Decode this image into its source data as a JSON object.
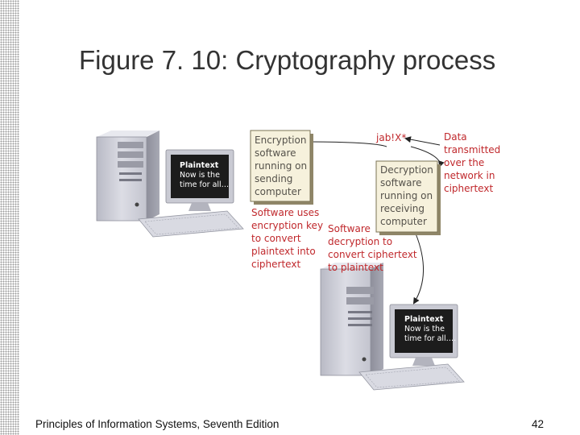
{
  "slide": {
    "title": "Figure 7. 10: Cryptography process",
    "footer": "Principles of Information Systems, Seventh Edition",
    "page_number": "42"
  },
  "sender_screen": {
    "heading": "Plaintext",
    "line1": "Now is the",
    "line2": "time for all…"
  },
  "receiver_screen": {
    "heading": "Plaintext",
    "line1": "Now is the",
    "line2": "time for all…."
  },
  "encryption_box": {
    "lines": [
      "Encryption",
      "software",
      "running on",
      "sending",
      "computer"
    ]
  },
  "decryption_box": {
    "lines": [
      "Decryption",
      "software",
      "running on",
      "receiving",
      "computer"
    ]
  },
  "ciphertext": "jab!X*",
  "transmitted_label": {
    "lines": [
      "Data",
      "transmitted",
      "over the",
      "network in",
      "ciphertext"
    ]
  },
  "encrypt_label": {
    "lines": [
      "Software uses",
      "encryption key",
      "to convert",
      "plaintext into",
      "ciphertext"
    ]
  },
  "decrypt_label": {
    "lines": [
      "Software",
      "decryption to",
      "convert ciphertext",
      "to plaintext"
    ]
  },
  "colors": {
    "label_red": "#c0282c",
    "box_fill": "#f6f1dc",
    "box_border": "#7b7355",
    "screen": "#1c1c1c",
    "case": "#d2d3dc"
  }
}
